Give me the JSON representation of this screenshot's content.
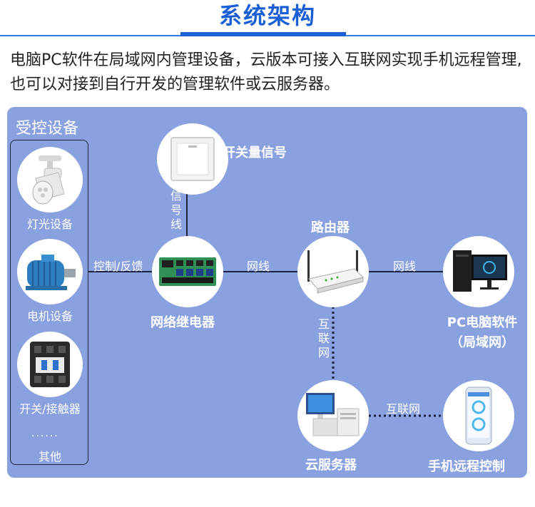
{
  "header": {
    "title": "系统架构",
    "intro": "电脑PC软件在局域网内管理设备，云版本可接入互联网实现手机远程管理,也可以对接到自行开发的管理软件或云服务器。"
  },
  "controlled": {
    "title": "受控设备",
    "items": [
      "灯光设备",
      "电机设备",
      "开关/接触器"
    ],
    "more": "......",
    "other": "其他"
  },
  "nodes": {
    "switch_signal": "开关量信号",
    "relay": "网络继电器",
    "router": "路由器",
    "pc_line1": "PC电脑软件",
    "pc_line2": "（局域网）",
    "cloud": "云服务器",
    "phone": "手机远程控制"
  },
  "links": {
    "signal_line": "信号线",
    "control_feedback": "控制/反馈",
    "network_cable_1": "网线",
    "network_cable_2": "网线",
    "internet_vertical": "互联网",
    "internet_horizontal": "互联网"
  },
  "colors": {
    "title": "#1a5fd6",
    "panel": "#8aa1e0",
    "line": "#1b2240",
    "label": "#ffffff"
  }
}
